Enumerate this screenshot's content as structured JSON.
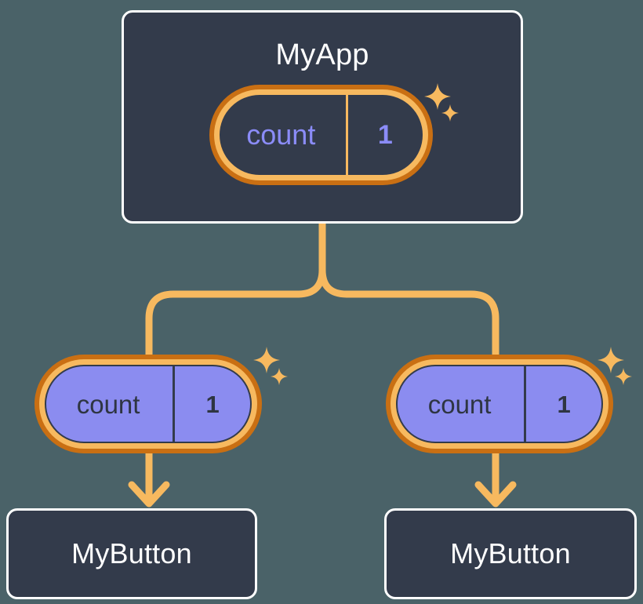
{
  "background_color": "#4a6268",
  "palette": {
    "panel_bg": "#333b4b",
    "panel_border": "#ffffff",
    "capsule_outer_ring": "#c96f13",
    "capsule_inner_ring": "#f7b95f",
    "capsule_fill": "#8b8cf0",
    "state_text_light": "#8b8cf8",
    "state_text_dark": "#2e3542",
    "connector": "#f7b95f",
    "sparkle": "#f7b95f"
  },
  "diagram": {
    "type": "component-tree",
    "root": {
      "name": "root-component",
      "title": "MyApp",
      "state": {
        "key": "count",
        "value": "1",
        "style": "dark"
      },
      "sparkles": 2
    },
    "children": [
      {
        "name": "child-left",
        "state": {
          "key": "count",
          "value": "1",
          "style": "filled"
        },
        "sparkles": 2,
        "leaf": {
          "name": "leaf-left",
          "title": "MyButton"
        }
      },
      {
        "name": "child-right",
        "state": {
          "key": "count",
          "value": "1",
          "style": "filled"
        },
        "sparkles": 2,
        "leaf": {
          "name": "leaf-right",
          "title": "MyButton"
        }
      }
    ]
  },
  "icons": {
    "sparkle_large": "sparkle-icon",
    "sparkle_small": "sparkle-icon",
    "arrow_down": "arrow-down-icon"
  }
}
